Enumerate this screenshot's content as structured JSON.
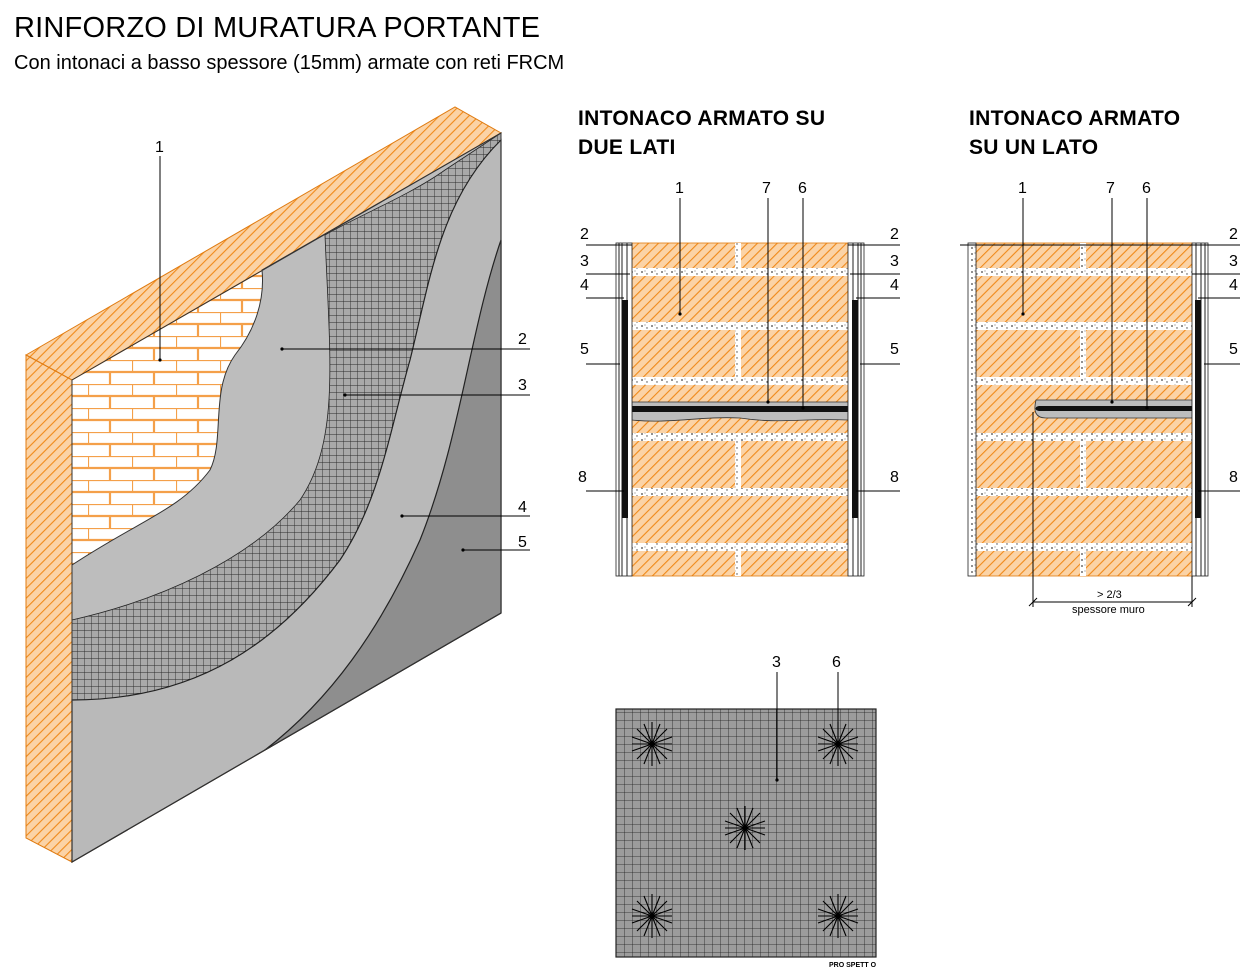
{
  "title": "RINFORZO DI MURATURA PORTANTE",
  "subtitle": "Con intonaci a basso spessore (15mm) armate con reti FRCM",
  "sections": {
    "two_sides_line1": "INTONACO ARMATO SU",
    "two_sides_line2": "DUE LATI",
    "one_side_line1": "INTONACO ARMATO",
    "one_side_line2": "SU UN LATO"
  },
  "labels": {
    "n1": "1",
    "n2": "2",
    "n3": "3",
    "n4": "4",
    "n5": "5",
    "n6": "6",
    "n7": "7",
    "n8": "8"
  },
  "dimension": {
    "line1": "> 2/3",
    "line2": "spessore muro"
  },
  "elevation_label": "PRO SPETT O",
  "colors": {
    "brick": "#f7a13e",
    "brick_hatch": "#f08a1a",
    "plaster_light": "#b9b9b9",
    "plaster_dark": "#8a8a8a",
    "mesh_bg": "#a6a6a6"
  }
}
